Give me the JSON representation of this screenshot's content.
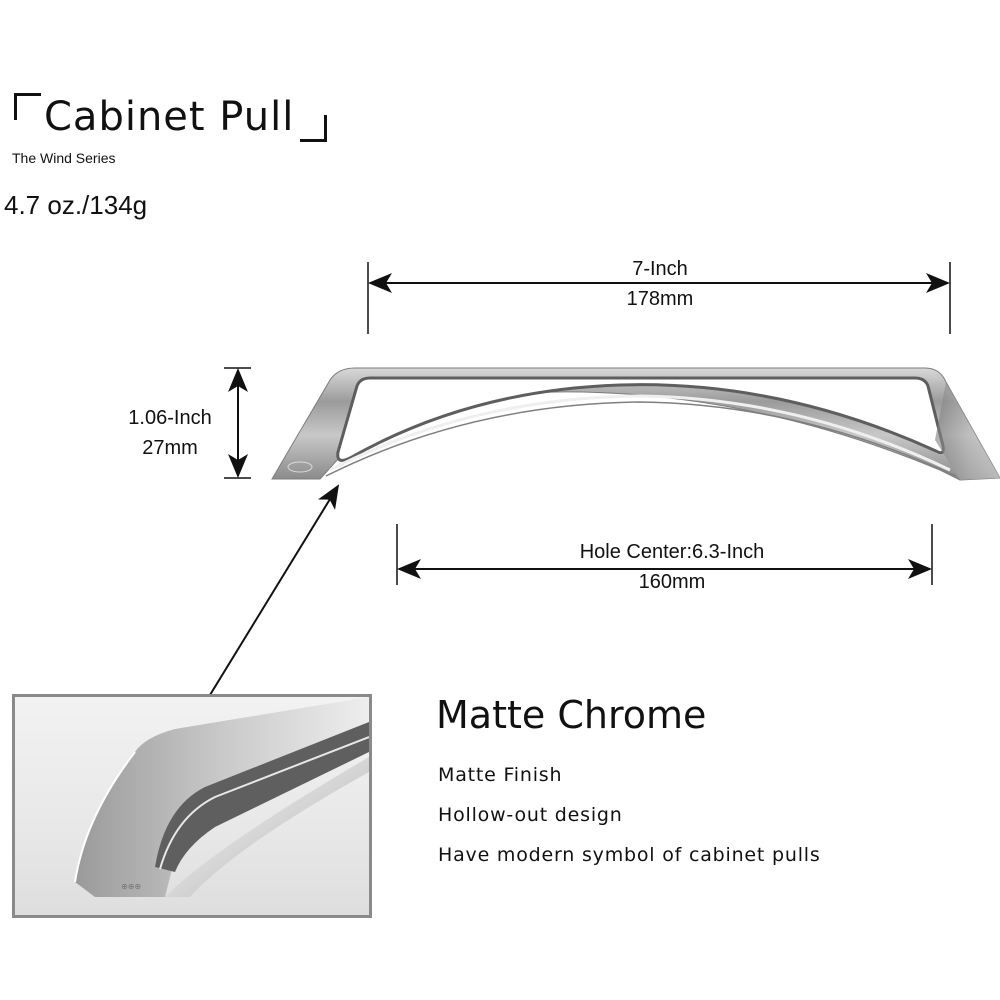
{
  "header": {
    "title": "Cabinet Pull",
    "series": "The Wind Series",
    "weight": "4.7 oz./134g"
  },
  "dimensions": {
    "length": {
      "inch": "7-Inch",
      "mm": "178mm"
    },
    "height": {
      "inch": "1.06-Inch",
      "mm": "27mm"
    },
    "hole_center": {
      "inch": "Hole Center:6.3-Inch",
      "mm": "160mm"
    }
  },
  "finish": {
    "title": "Matte Chrome",
    "features": [
      "Matte Finish",
      "Hollow-out design",
      "Have modern symbol of cabinet pulls"
    ]
  },
  "colors": {
    "text": "#111111",
    "metal_light": "#e6e6e6",
    "metal_mid": "#a9a9a9",
    "metal_dark": "#6f6f6f",
    "inset_border": "#8a8a8a"
  }
}
